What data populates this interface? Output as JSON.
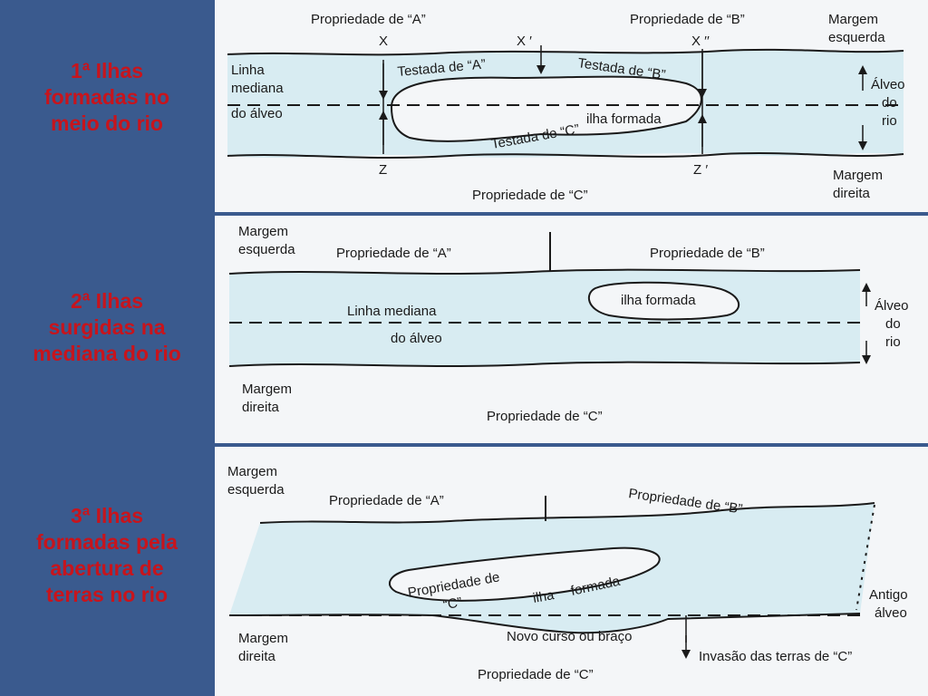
{
  "captions": {
    "c1": [
      "1ª Ilhas",
      "formadas no",
      "meio do rio"
    ],
    "c2": [
      "2ª Ilhas",
      "surgidas na",
      "mediana do rio"
    ],
    "c3": [
      "3ª Ilhas",
      "formadas pela",
      "abertura de",
      "terras no rio"
    ]
  },
  "diagram1": {
    "prop_a": "Propriedade de “A”",
    "prop_b": "Propriedade de “B”",
    "prop_c": "Propriedade de “C”",
    "x": "X",
    "x1": "X ′",
    "x2": "X ′′",
    "z": "Z",
    "z1": "Z ′",
    "margem_esq": [
      "Margem",
      "esquerda"
    ],
    "margem_dir": [
      "Margem",
      "direita"
    ],
    "linha_mediana": [
      "Linha",
      "mediana",
      "do álveo"
    ],
    "testada_a": "Testada de “A”",
    "testada_b": "Testada de “B”",
    "testada_c": "Testada de “C”",
    "ilha": "ilha formada",
    "alveo": [
      "Álveo",
      "do",
      "rio"
    ]
  },
  "diagram2": {
    "margem_esq": [
      "Margem",
      "esquerda"
    ],
    "margem_dir": [
      "Margem",
      "direita"
    ],
    "prop_a": "Propriedade de “A”",
    "prop_b": "Propriedade de “B”",
    "prop_c": "Propriedade de “C”",
    "ilha": "ilha formada",
    "linha_mediana": [
      "Linha mediana",
      "do álveo"
    ],
    "alveo": [
      "Álveo",
      "do",
      "rio"
    ]
  },
  "diagram3": {
    "margem_esq": [
      "Margem",
      "esquerda"
    ],
    "margem_dir": [
      "Margem",
      "direita"
    ],
    "prop_a": "Propriedade de “A”",
    "prop_b": "Propriedade de “B”",
    "prop_c": "Propriedade de “C”",
    "ilha_prop": [
      "Propriedade de",
      "“C”"
    ],
    "ilha_label": [
      "ilha",
      "formada"
    ],
    "novo_curso": "Novo curso ou braço",
    "antigo_alveo": [
      "Antigo",
      "álveo"
    ],
    "invasao": "Invasão das terras de “C”"
  },
  "colors": {
    "background": "#3a5a8e",
    "caption": "#c8141c",
    "river": "#d8ecf2",
    "panel": "#f4f6f8"
  }
}
